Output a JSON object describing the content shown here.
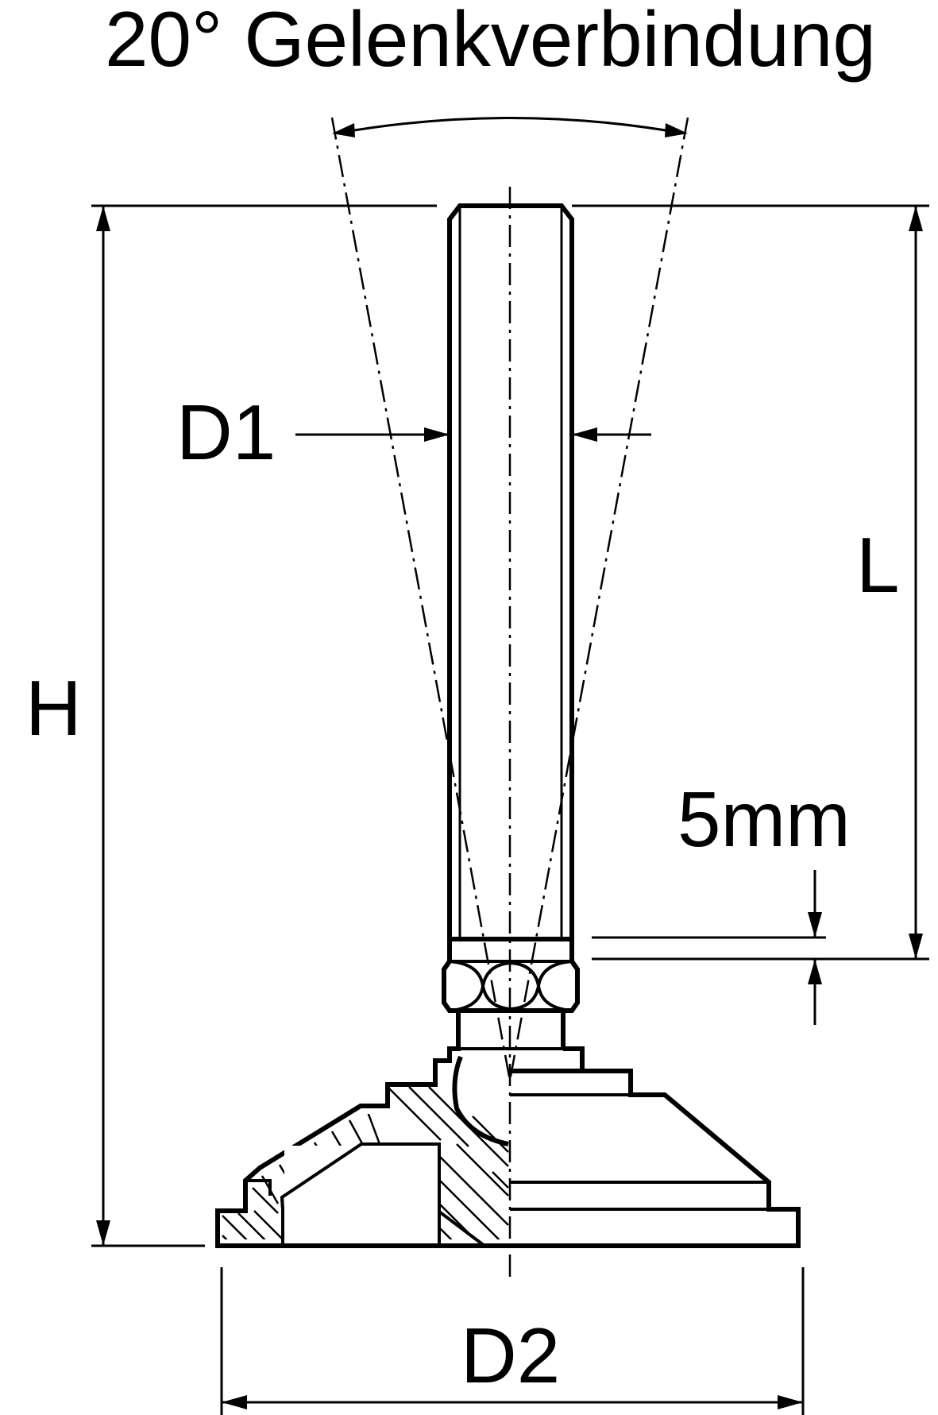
{
  "title": "20° Gelenkverbindung",
  "labels": {
    "shaft_diameter": "D1",
    "base_diameter": "D2",
    "total_height": "H",
    "thread_length": "L",
    "offset": "5mm"
  }
}
